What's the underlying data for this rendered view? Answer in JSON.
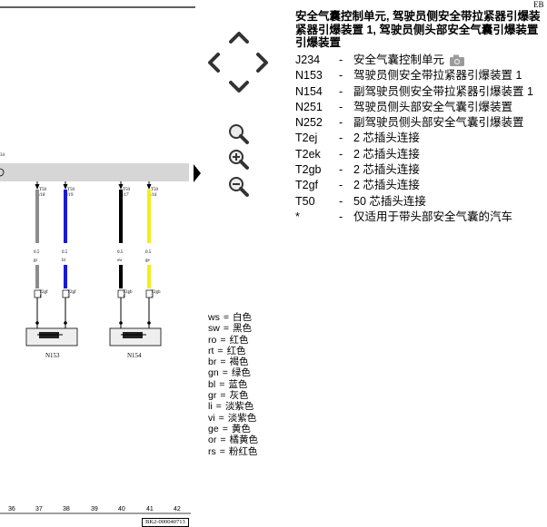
{
  "corner_label": "EB",
  "title_lines": [
    "安全气囊控制单元, 驾驶员侧安全带拉紧器引爆装",
    "紧器引爆装置 1, 驾驶员侧头部安全气囊引爆装置",
    "引爆装置"
  ],
  "legend": [
    {
      "code": "J234",
      "text": "安全气囊控制单元",
      "camera": true
    },
    {
      "code": "N153",
      "text": "驾驶员侧安全带拉紧器引爆装置 1"
    },
    {
      "code": "N154",
      "text": "副驾驶员侧安全带拉紧器引爆装置 1"
    },
    {
      "code": "N251",
      "text": "驾驶员侧头部安全气囊引爆装置"
    },
    {
      "code": "N252",
      "text": "副驾驶员侧头部安全气囊引爆装置"
    },
    {
      "code": "T2ej",
      "text": "2 芯插头连接"
    },
    {
      "code": "T2ek",
      "text": "2 芯插头连接"
    },
    {
      "code": "T2gb",
      "text": "2 芯插头连接"
    },
    {
      "code": "T2gf",
      "text": "2 芯插头连接"
    },
    {
      "code": "T50",
      "text": "50 芯插头连接"
    },
    {
      "code": "*",
      "text": "仅适用于带头部安全气囊的汽车"
    }
  ],
  "dash": "-",
  "color_codes": [
    {
      "code": "ws",
      "name": "白色"
    },
    {
      "code": "sw",
      "name": "黑色"
    },
    {
      "code": "ro",
      "name": "红色"
    },
    {
      "code": "rt",
      "name": "红色"
    },
    {
      "code": "br",
      "name": "褐色"
    },
    {
      "code": "gn",
      "name": "绿色"
    },
    {
      "code": "bl",
      "name": "蓝色"
    },
    {
      "code": "gr",
      "name": "灰色"
    },
    {
      "code": "li",
      "name": "淡紫色"
    },
    {
      "code": "vi",
      "name": "淡紫色"
    },
    {
      "code": "ge",
      "name": "黄色"
    },
    {
      "code": "or",
      "name": "橘黄色"
    },
    {
      "code": "rs",
      "name": "粉红色"
    }
  ],
  "eq": "=",
  "diagram": {
    "left_mark": "34",
    "wires": [
      {
        "conn": "T50",
        "pin": "/18",
        "size": "0.5",
        "color_code": "gr",
        "color": "#8c8c8c",
        "plug": "T2gf",
        "plug_pin": "1"
      },
      {
        "conn": "T50",
        "pin": "/19",
        "size": "0.5",
        "color_code": "bl",
        "color": "#1a1ad9",
        "plug": "T2gf",
        "plug_pin": "2"
      },
      {
        "conn": "T50",
        "pin": "/17",
        "size": "0.5",
        "color_code": "sw",
        "color": "#000000",
        "plug": "T2gb",
        "plug_pin": "1"
      },
      {
        "conn": "T50",
        "pin": "/16",
        "size": "0.5",
        "color_code": "ge",
        "color": "#f2ee1a",
        "plug": "T2gb",
        "plug_pin": "2"
      }
    ],
    "components": [
      "N153",
      "N154"
    ]
  },
  "axis_numbers": [
    "36",
    "37",
    "38",
    "39",
    "40",
    "41",
    "42"
  ],
  "doc_id": "BK2-000040713"
}
